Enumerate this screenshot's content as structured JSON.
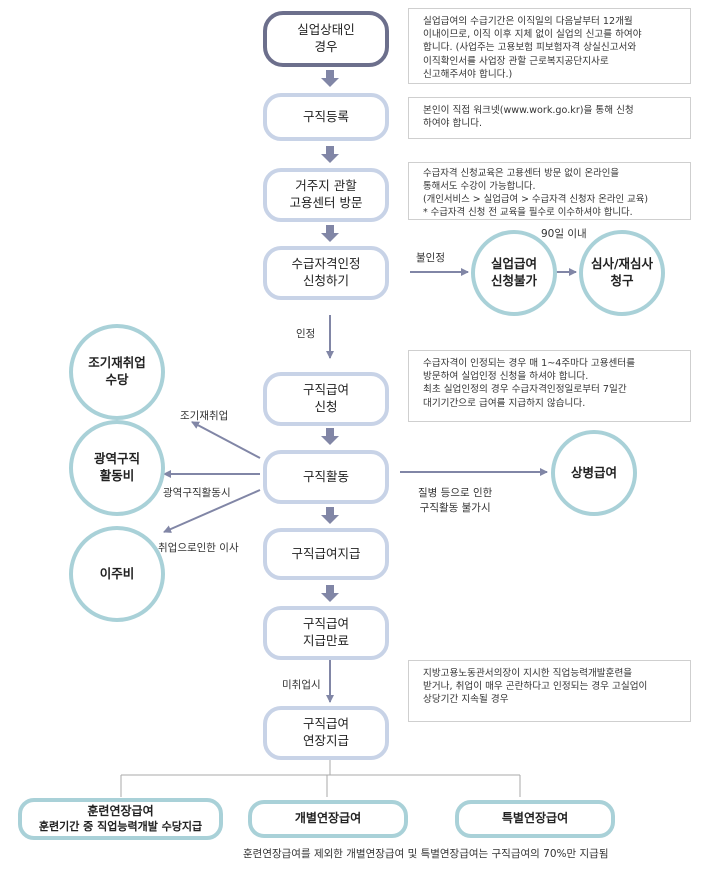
{
  "steps": {
    "unemployed": "실업상태인\n경우",
    "job_registration": "구직등록",
    "visit_center": "거주지 관할\n고용센터 방문",
    "apply_qualification": "수급자격인정\n신청하기",
    "apply_benefit": "구직급여\n신청",
    "job_search": "구직활동",
    "payment": "구직급여지급",
    "payment_end": "구직급여\n지급만료",
    "extended": "구직급여\n연장지급"
  },
  "circles": {
    "rejected": "실업급여\n신청불가",
    "appeal": "심사/재심사\n청구",
    "early_reemployment": "조기재취업\n수당",
    "wide_area": "광역구직\n활동비",
    "relocation": "이주비",
    "sickness": "상병급여"
  },
  "notes": {
    "note1": "실업급여의 수급기간은 이직일의 다음날부터 12개월\n이내이므로, 이직 이후 지체 없이 실업의 신고를 하여야\n합니다. (사업주는 고용보험 피보험자격 상실신고서와\n이직확인서를 사업장 관할 근로복지공단지사로\n신고해주셔야 합니다.)",
    "note2": "본인이 직접 워크넷(www.work.go.kr)을 통해 신청\n하여야 합니다.",
    "note3": "수급자격 신청교육은 고용센터 방문 없이 온라인을\n통해서도 수강이 가능합니다.\n(개인서비스 > 실업급여 > 수급자격 신청자 온라인 교육)\n* 수급자격 신청 전 교육을 필수로 이수하셔야 합니다.",
    "note4": "수급자격이 인정되는 경우 매 1~4주마다 고용센터를\n방문하여 실업인정 신청을 하셔야 합니다.\n최초 실업인정의 경우 수급자격인정일로부터 7일간\n대기기간으로 급여를 지급하지 않습니다.",
    "note5": "지방고용노동관서의장이 지시한 직업능력개발훈련을\n받거나, 취업이 매우 곤란하다고 인정되는 경우 고실업이\n상당기간 지속될 경우"
  },
  "labels": {
    "not_approved": "불인정",
    "within_90": "90일 이내",
    "approved": "인정",
    "early_reemployment": "조기재취업",
    "wide_area_activity": "광역구직활동시",
    "relocation_move": "취업으로인한 이사",
    "sickness_reason": "질병 등으로 인한\n구직활동 불가시",
    "not_employed": "미취업시"
  },
  "extensions": {
    "training_title": "훈련연장급여",
    "training_sub": "훈련기간 중 직업능력개발 수당지급",
    "individual": "개별연장급여",
    "special": "특별연장급여",
    "footnote": "훈련연장급여를 제외한 개별연장급여 및 특별연장급여는 구직급여의 70%만 지급됨"
  },
  "colors": {
    "box_border": "#c8d3e7",
    "start_border": "#6c6f8c",
    "circle_border": "#a9d1d8",
    "arrow": "#8186a6"
  }
}
